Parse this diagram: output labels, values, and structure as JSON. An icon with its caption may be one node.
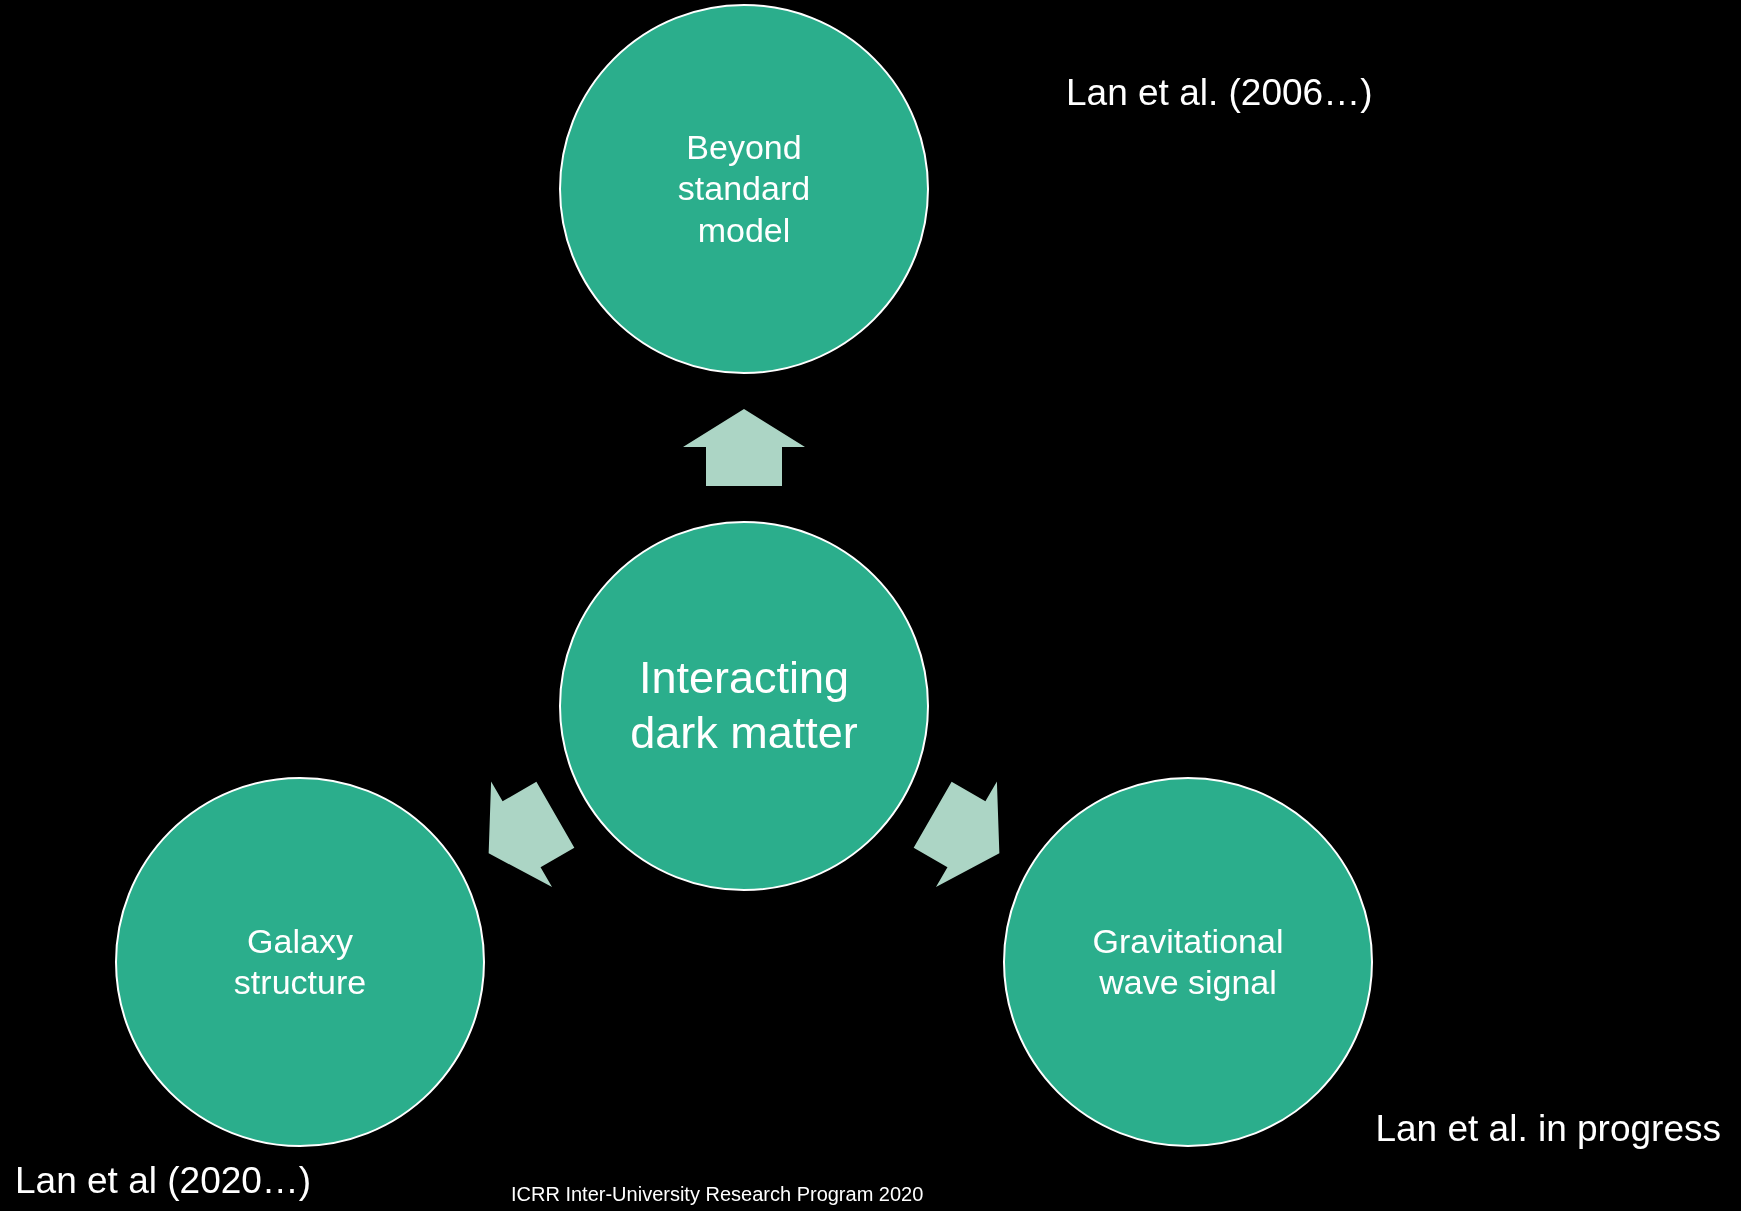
{
  "diagram": {
    "nodes": [
      {
        "text": [
          "Beyond standard model"
        ],
        "beside": [
          "Lan et al. (2006…)"
        ]
      },
      {
        "text": [
          "Interacting dark matter"
        ]
      },
      {
        "text": [
          "Galaxy structure"
        ],
        "beside": [
          "Lan et al (2020…)"
        ]
      },
      {
        "text": [
          "Gravitational wave signal"
        ],
        "beside": [
          "Lan et al. in progress"
        ]
      }
    ],
    "edges": [
      {
        "from": 1,
        "to": 0,
        "arrow": "to",
        "color": "#acd5c5"
      },
      {
        "from": 1,
        "to": 2,
        "arrow": "to",
        "color": "#acd5c5"
      },
      {
        "from": 1,
        "to": 3,
        "arrow": "to",
        "color": "#acd5c5"
      }
    ],
    "labels": [
      "ICRR Inter-University Research Program 2020"
    ]
  }
}
